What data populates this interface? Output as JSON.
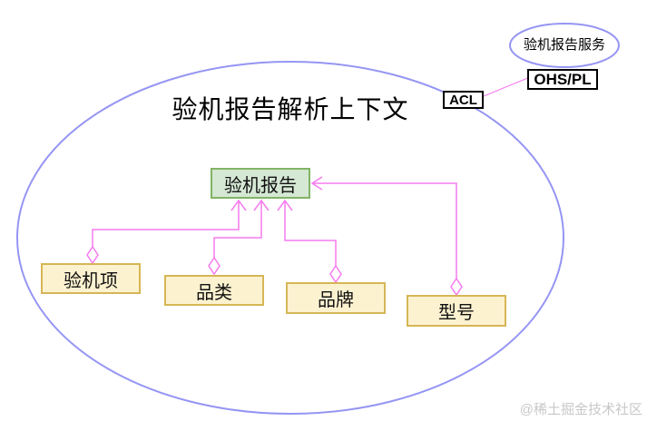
{
  "diagram": {
    "type": "ddd-context-map",
    "title": "验机报告解析上下文",
    "aggregate_root": {
      "label": "验机报告"
    },
    "entities": [
      {
        "label": "验机项"
      },
      {
        "label": "品类"
      },
      {
        "label": "品牌"
      },
      {
        "label": "型号"
      }
    ],
    "external_service": {
      "label": "验机报告服务"
    },
    "ohs_label": "OHS/PL",
    "acl_label": "ACL",
    "watermark": "@稀土掘金技术社区",
    "relations": [
      {
        "from": "验机项",
        "to": "验机报告",
        "kind": "aggregation-arrow"
      },
      {
        "from": "品类",
        "to": "验机报告",
        "kind": "aggregation-arrow"
      },
      {
        "from": "品牌",
        "to": "验机报告",
        "kind": "aggregation-arrow"
      },
      {
        "from": "型号",
        "to": "验机报告",
        "kind": "aggregation-arrow"
      },
      {
        "from": "ACL",
        "to": "OHS/PL",
        "kind": "line"
      }
    ],
    "colors": {
      "context_border": "#9595f4",
      "connector": "#f57bee",
      "aggregate_fill": "#d5e8d4",
      "aggregate_border": "#82b366",
      "entity_fill": "#fdf2d0",
      "entity_border": "#d6b656",
      "port_border": "#000000",
      "watermark_color": "#c8c8c8"
    }
  }
}
